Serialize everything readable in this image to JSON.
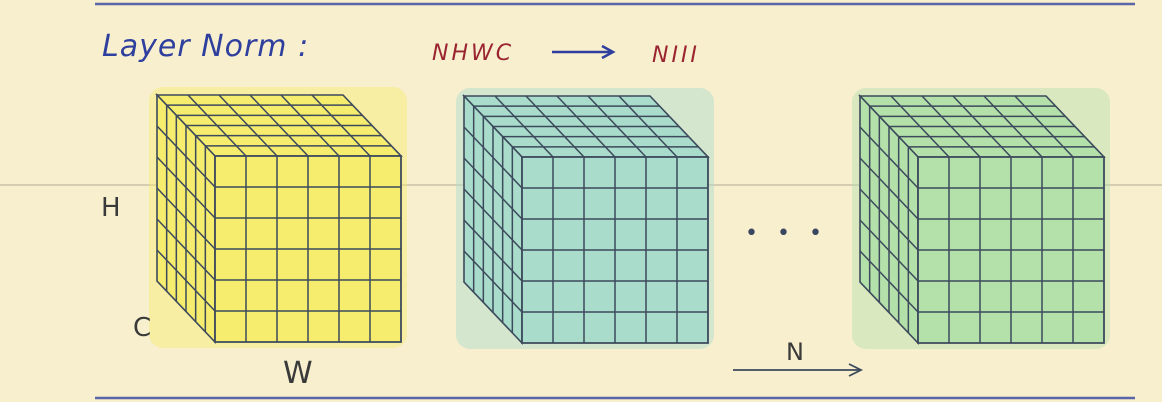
{
  "title": "Layer Norm :",
  "shape_from": "NHWC",
  "shape_to": "NIII",
  "axes": {
    "h": "H",
    "c": "C",
    "w": "W",
    "n": "N"
  },
  "ellipsis": "• • •",
  "colors": {
    "background": "#f7efce",
    "rule_line": "#5b66a8",
    "title": "#2f3f9e",
    "shape_text": "#9a2430",
    "cube_yellow": "#f6ec6e",
    "cube_teal": "#a9dccb",
    "cube_green": "#b4e0aa",
    "grid_line": "#3c4a5c"
  },
  "cubes": [
    {
      "color_key": "cube_yellow"
    },
    {
      "color_key": "cube_teal"
    },
    {
      "color_key": "cube_green"
    }
  ]
}
